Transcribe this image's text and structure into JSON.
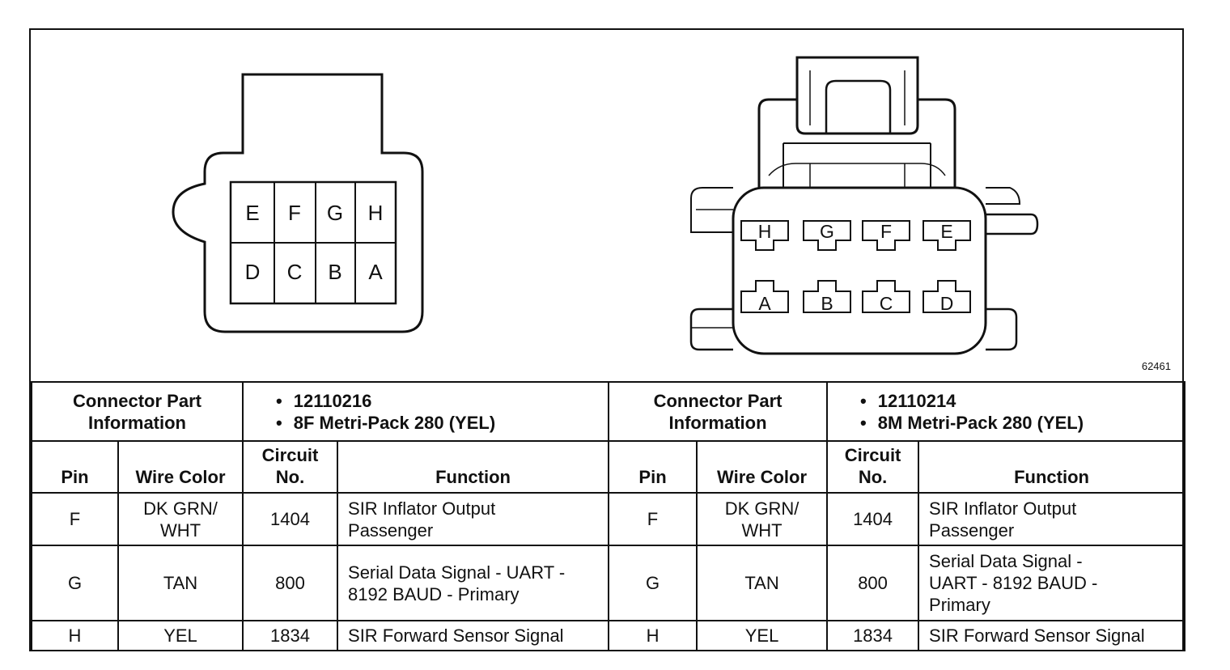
{
  "figure_id": "62461",
  "connectors": [
    {
      "view": "female",
      "pins_top": [
        "E",
        "F",
        "G",
        "H"
      ],
      "pins_bottom": [
        "D",
        "C",
        "B",
        "A"
      ]
    },
    {
      "view": "male",
      "pins_top": [
        "H",
        "G",
        "F",
        "E"
      ],
      "pins_bottom": [
        "A",
        "B",
        "C",
        "D"
      ]
    }
  ],
  "tables": [
    {
      "part_info_label": [
        "Connector Part",
        "Information"
      ],
      "part_bullets": [
        "12110216",
        "8F Metri-Pack 280 (YEL)"
      ],
      "headers": {
        "pin": "Pin",
        "wire_color": "Wire Color",
        "circuit": [
          "Circuit",
          "No."
        ],
        "function": "Function"
      },
      "rows": [
        {
          "pin": "F",
          "wire": [
            "DK GRN/",
            "WHT"
          ],
          "circuit": "1404",
          "function": [
            "SIR Inflator Output",
            "Passenger"
          ]
        },
        {
          "pin": "G",
          "wire": [
            "TAN"
          ],
          "circuit": "800",
          "function": [
            "Serial Data Signal - UART -",
            "8192 BAUD - Primary"
          ]
        },
        {
          "pin": "H",
          "wire": [
            "YEL"
          ],
          "circuit": "1834",
          "function": [
            "SIR Forward Sensor Signal"
          ]
        }
      ]
    },
    {
      "part_info_label": [
        "Connector Part",
        "Information"
      ],
      "part_bullets": [
        "12110214",
        "8M Metri-Pack 280 (YEL)"
      ],
      "headers": {
        "pin": "Pin",
        "wire_color": "Wire Color",
        "circuit": [
          "Circuit",
          "No."
        ],
        "function": "Function"
      },
      "rows": [
        {
          "pin": "F",
          "wire": [
            "DK GRN/",
            "WHT"
          ],
          "circuit": "1404",
          "function": [
            "SIR Inflator Output",
            "Passenger"
          ]
        },
        {
          "pin": "G",
          "wire": [
            "TAN"
          ],
          "circuit": "800",
          "function": [
            "Serial Data Signal -",
            "UART - 8192 BAUD -",
            "Primary"
          ]
        },
        {
          "pin": "H",
          "wire": [
            "YEL"
          ],
          "circuit": "1834",
          "function": [
            "SIR Forward Sensor Signal"
          ]
        }
      ]
    }
  ]
}
